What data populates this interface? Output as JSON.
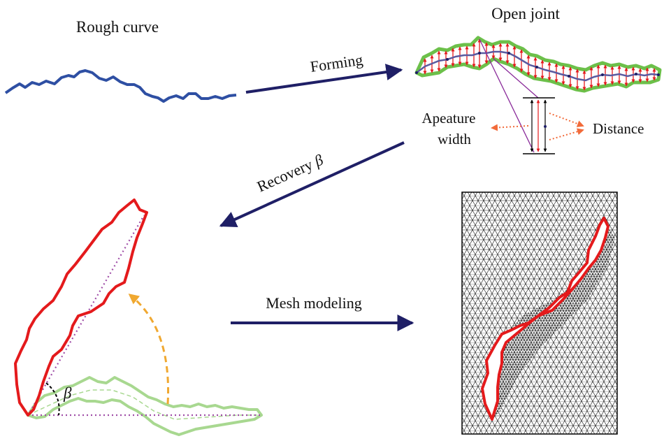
{
  "labels": {
    "rough_curve": "Rough curve",
    "open_joint": "Open joint",
    "forming": "Forming",
    "aperture_width_line1": "Apeature",
    "aperture_width_line2": "width",
    "distance": "Distance",
    "recovery": "Recovery ",
    "recovery_symbol": "β",
    "beta": "β",
    "mesh_modeling": "Mesh modeling"
  },
  "colors": {
    "rough_curve": "#2e4fa3",
    "joint_outline": "#6cc04a",
    "joint_inner": "#e41a1c",
    "midline": "#5a5aa0",
    "process_arrow": "#1f1f66",
    "aperture_dotted": "#f26b3a",
    "rotation_arrow": "#f0a830",
    "faded_joint": "#a8d890",
    "chord_line": "#a04fa8",
    "mesh_lines": "#000000",
    "mesh_crack": "#e41a1c"
  }
}
